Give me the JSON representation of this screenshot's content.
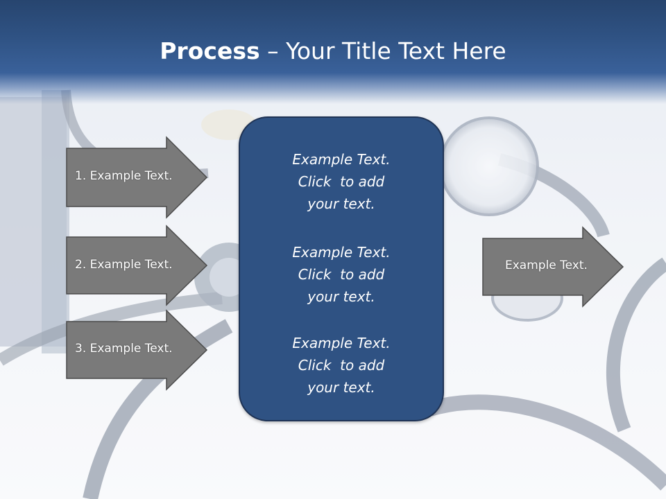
{
  "slide": {
    "title_bold": "Process",
    "title_rest": " – Your Title Text Here",
    "left_arrows": [
      {
        "label": "1. Example Text."
      },
      {
        "label": "2. Example Text."
      },
      {
        "label": "3. Example Text."
      }
    ],
    "center_box": {
      "paragraphs": [
        "Example Text.\nClick  to add\nyour text.",
        "Example Text.\nClick  to add\nyour text.",
        "Example Text.\nClick  to add\nyour text."
      ]
    },
    "right_arrow": {
      "label": "Example Text."
    },
    "background_image": "stethoscope-photo",
    "colors": {
      "header": "#2f5283",
      "center_box": "#2f5283",
      "arrow_fill": "#7a7a7a",
      "text": "#ffffff"
    }
  }
}
